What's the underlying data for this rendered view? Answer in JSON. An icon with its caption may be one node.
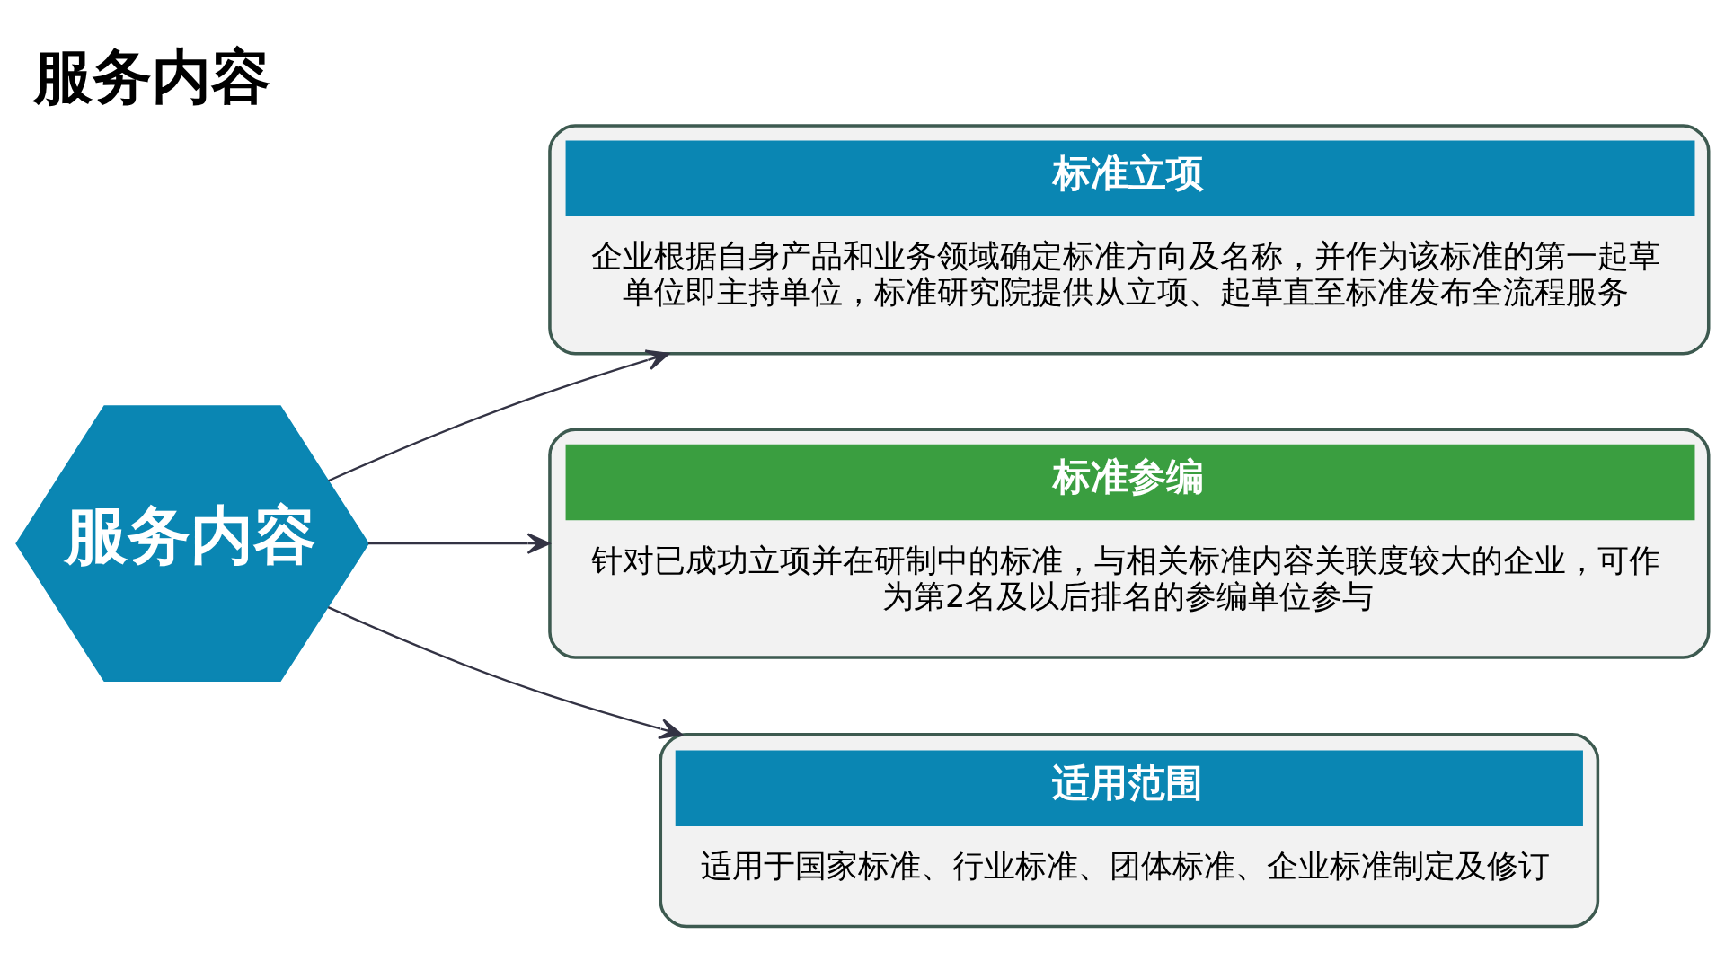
{
  "diagram": {
    "title": "服务内容",
    "nodes": [
      {
        "text": [
          "服务内容"
        ]
      },
      {
        "text": [
          "标准立项",
          "企业根据自身产品和业务领域确定标准方向及名称，并作为该标准的第一起草单位即主持单位，标准研究院提供从立项、起草直至标准发布全流程服务"
        ]
      },
      {
        "text": [
          "标准参编",
          "针对已成功立项并在研制中的标准，与相关标准内容关联度较大的企业，可作为第2名及以后排名的参编单位参与"
        ]
      },
      {
        "text": [
          "适用范围",
          "适用于国家标准、行业标准、团体标准、企业标准制定及修订"
        ]
      }
    ],
    "edges": [
      {
        "from": 0,
        "to": 1,
        "arrow": "to"
      },
      {
        "from": 0,
        "to": 2,
        "arrow": "to"
      },
      {
        "from": 0,
        "to": 3,
        "arrow": "to"
      }
    ]
  }
}
